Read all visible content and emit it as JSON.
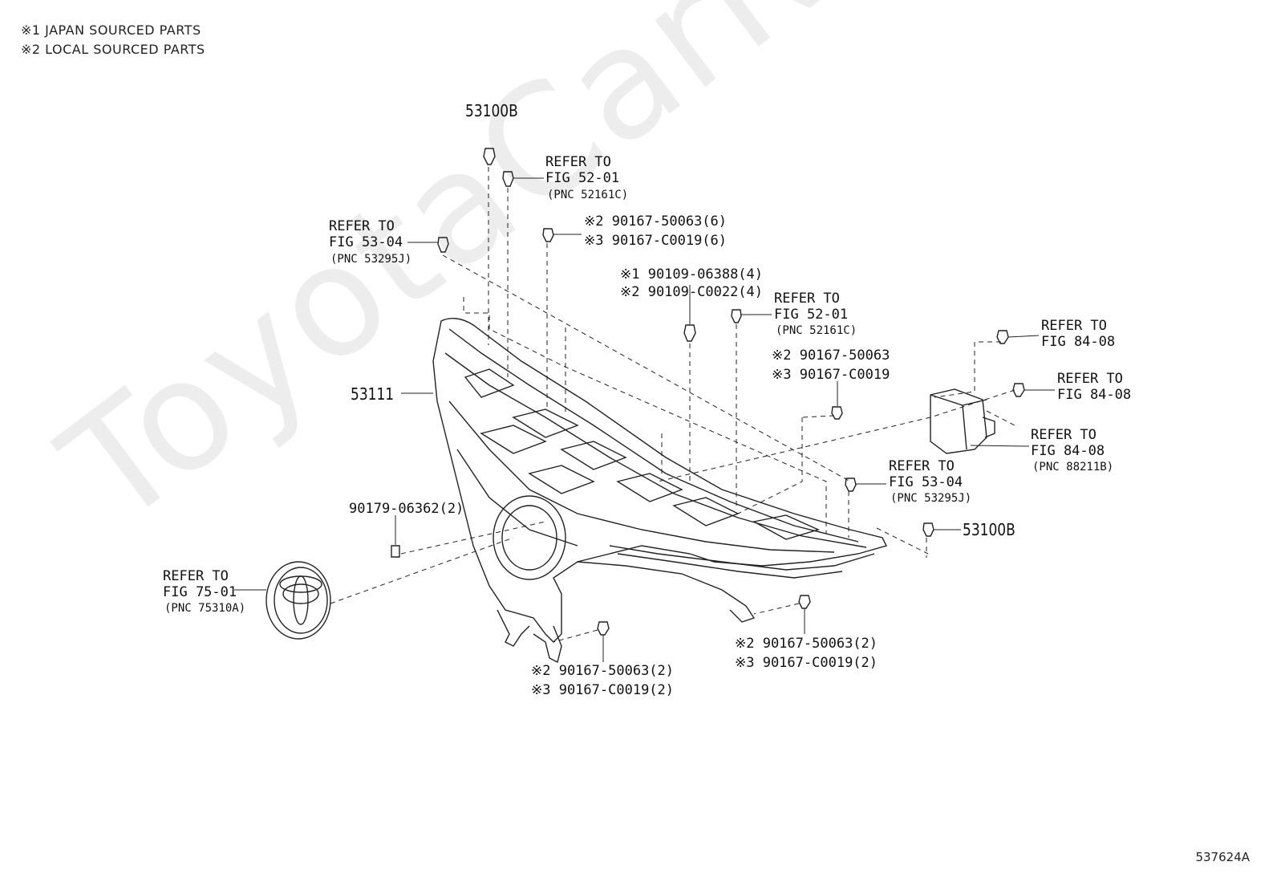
{
  "legend": {
    "line1": "※1 JAPAN SOURCED PARTS",
    "line2": "※2 LOCAL SOURCED PARTS"
  },
  "watermark": "ToyotaCarNine.ru",
  "figure_code": "537624A",
  "parts": {
    "p53100b_top": "53100B",
    "p53100b_right": "53100B",
    "p53111": "53111",
    "p90179": "90179-06362(2)",
    "ref_52_01_a": {
      "l1": "REFER TO",
      "l2": "FIG 52-01",
      "l3": "(PNC 52161C)"
    },
    "ref_53_04_a": {
      "l1": "REFER TO",
      "l2": "FIG 53-04",
      "l3": "(PNC 53295J)"
    },
    "screw_top": {
      "l1": "※2 90167-50063(6)",
      "l2": "※3 90167-C0019(6)"
    },
    "clip_mid": {
      "l1": "※1 90109-06388(4)",
      "l2": "※2 90109-C0022(4)"
    },
    "ref_52_01_b": {
      "l1": "REFER TO",
      "l2": "FIG 52-01",
      "l3": "(PNC 52161C)"
    },
    "screw_mid": {
      "l1": "※2 90167-50063",
      "l2": "※3 90167-C0019"
    },
    "ref_84_08_a": {
      "l1": "REFER TO",
      "l2": "FIG 84-08"
    },
    "ref_84_08_b": {
      "l1": "REFER TO",
      "l2": "FIG 84-08"
    },
    "ref_84_08_c": {
      "l1": "REFER TO",
      "l2": "FIG 84-08",
      "l3": "(PNC 88211B)"
    },
    "ref_53_04_b": {
      "l1": "REFER TO",
      "l2": "FIG 53-04",
      "l3": "(PNC 53295J)"
    },
    "ref_75_01": {
      "l1": "REFER TO",
      "l2": "FIG 75-01",
      "l3": "(PNC 75310A)"
    },
    "screw_bottom_left": {
      "l1": "※2 90167-50063(2)",
      "l2": "※3 90167-C0019(2)"
    },
    "screw_bottom_right": {
      "l1": "※2 90167-50063(2)",
      "l2": "※3 90167-C0019(2)"
    }
  }
}
